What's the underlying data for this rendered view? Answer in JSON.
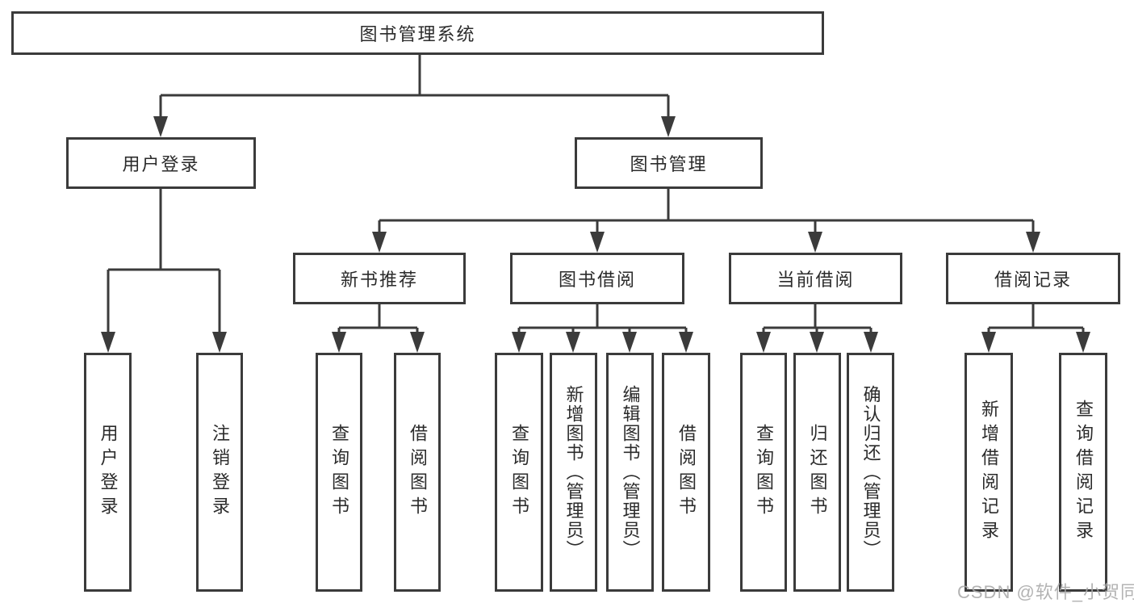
{
  "diagram": {
    "root": {
      "label": "图书管理系统"
    },
    "branches": {
      "user_login": {
        "label": "用户登录",
        "children": [
          {
            "label": "用户登录"
          },
          {
            "label": "注销登录"
          }
        ]
      },
      "book_management": {
        "label": "图书管理",
        "children": [
          {
            "label": "新书推荐",
            "children": [
              {
                "label": "查询图书"
              },
              {
                "label": "借阅图书"
              }
            ]
          },
          {
            "label": "图书借阅",
            "children": [
              {
                "label": "查询图书"
              },
              {
                "label": "新增图书（管理员）"
              },
              {
                "label": "编辑图书（管理员）"
              },
              {
                "label": "借阅图书"
              }
            ]
          },
          {
            "label": "当前借阅",
            "children": [
              {
                "label": "查询图书"
              },
              {
                "label": "归还图书"
              },
              {
                "label": "确认归还（管理员）"
              }
            ]
          },
          {
            "label": "借阅记录",
            "children": [
              {
                "label": "新增借阅记录"
              },
              {
                "label": "查询借阅记录"
              }
            ]
          }
        ]
      }
    },
    "watermark": "CSDN @软件_小贺同学",
    "colors": {
      "line": "#3b3b3b",
      "box_border": "#3b3b3b",
      "text": "#2b2b2b",
      "watermark": "#a8a8a8"
    }
  }
}
